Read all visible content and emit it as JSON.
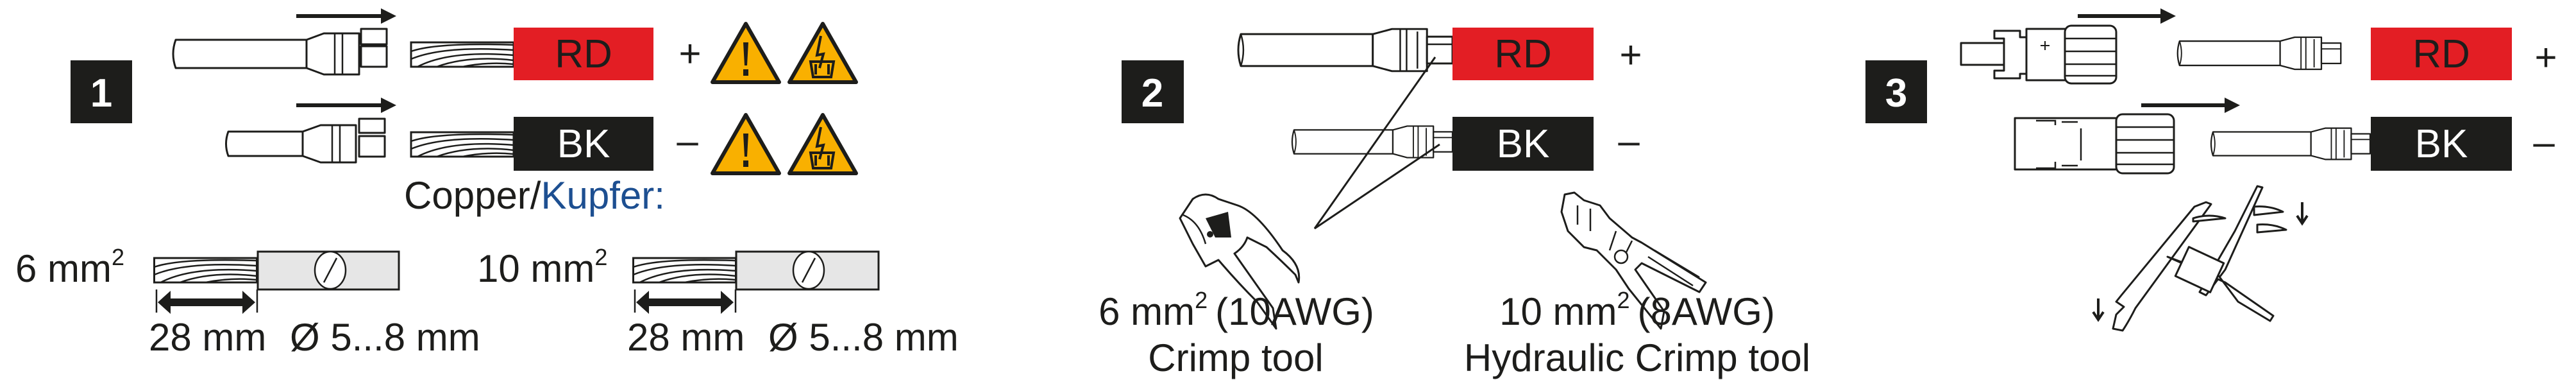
{
  "colors": {
    "red": "#e31e24",
    "black": "#1d1d1b",
    "warning_yellow": "#f9b000",
    "blue_text": "#1d4f91",
    "insulation_grey": "#e6e6e6"
  },
  "step1": {
    "number": "1",
    "red_label": "RD",
    "black_label": "BK",
    "plus": "+",
    "minus": "–",
    "material_label": "Copper/",
    "material_label_de": "Kupfer:",
    "warning_icons": [
      "general-warning-icon",
      "electric-shock-warning-icon"
    ],
    "cables": [
      {
        "size": "6 mm",
        "sup": "2",
        "strip_length": "28 mm",
        "diameter": "Ø 5...8 mm"
      },
      {
        "size": "10 mm",
        "sup": "2",
        "strip_length": "28 mm",
        "diameter": "Ø 5...8 mm"
      }
    ]
  },
  "step2": {
    "number": "2",
    "red_label": "RD",
    "black_label": "BK",
    "plus": "+",
    "minus": "–",
    "tools": [
      {
        "size": "6 mm",
        "sup": "2",
        "awg": "(10AWG)",
        "name": "Crimp tool"
      },
      {
        "size": "10 mm",
        "sup": "2",
        "awg": "(8AWG)",
        "name": "Hydraulic Crimp tool"
      }
    ]
  },
  "step3": {
    "number": "3",
    "red_label": "RD",
    "black_label": "BK",
    "plus": "+",
    "minus": "–"
  }
}
